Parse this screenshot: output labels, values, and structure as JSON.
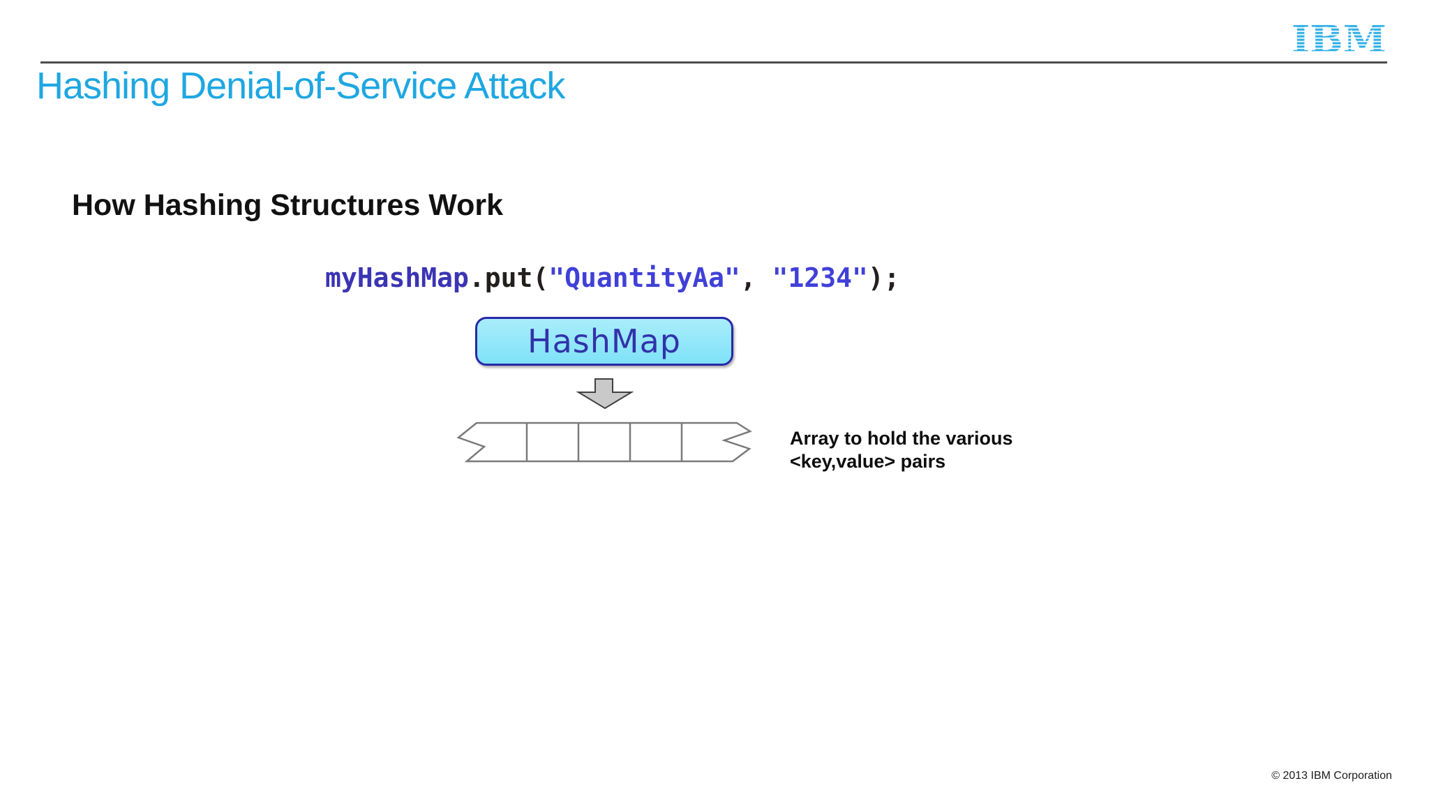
{
  "slide": {
    "title": "Hashing Denial-of-Service Attack",
    "heading": "How Hashing Structures Work",
    "footer": "© 2013 IBM Corporation",
    "logo_text": "IBM"
  },
  "code": {
    "identifier": "myHashMap",
    "method": ".put(",
    "arg1": "\"QuantityAa\"",
    "comma": ", ",
    "arg2": "\"1234\"",
    "close": ");"
  },
  "diagram": {
    "hashmap_label": "HashMap",
    "arrow_direction": "down",
    "array_segments": 5,
    "array_dividers": 4,
    "caption_line1": "Array to hold the various",
    "caption_line2": "<key,value> pairs"
  },
  "colors": {
    "title_blue": "#1ea7e2",
    "logo_blue": "#2fb0e6",
    "rule_gray": "#4d4d4d",
    "code_identifier": "#3b34b3",
    "code_plain": "#241f1f",
    "code_string": "#4040d8",
    "hashmap_fill": "#8ae7f8",
    "hashmap_border": "#2828a8",
    "hashmap_text": "#3232aa",
    "arrow_fill": "#c9c9c9",
    "arrow_stroke": "#404040",
    "array_stroke": "#7a7a7a"
  }
}
